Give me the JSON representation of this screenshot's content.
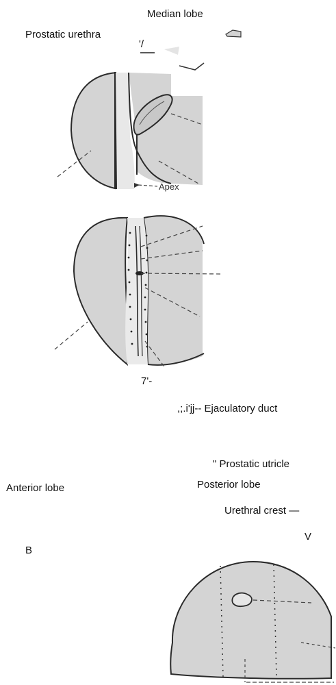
{
  "labels": {
    "median_lobe": "Median lobe",
    "prostatic_urethra": "Prostatic urethra",
    "artifact_mark": "'/",
    "apex": "Apex",
    "artifact_7": "7'-",
    "ejaculatory_duct": ",;.i'jj-- Ejaculatory duct",
    "prostatic_utricle": "\"  Prostatic utricle",
    "anterior_lobe": "Anterior lobe",
    "posterior_lobe": "Posterior lobe",
    "urethral_crest": "Urethral crest —",
    "v_mark": "V",
    "section_b": "B"
  },
  "colors": {
    "tissue_fill": "#d4d4d4",
    "outline": "#2a2a2a",
    "background": "#ffffff"
  }
}
